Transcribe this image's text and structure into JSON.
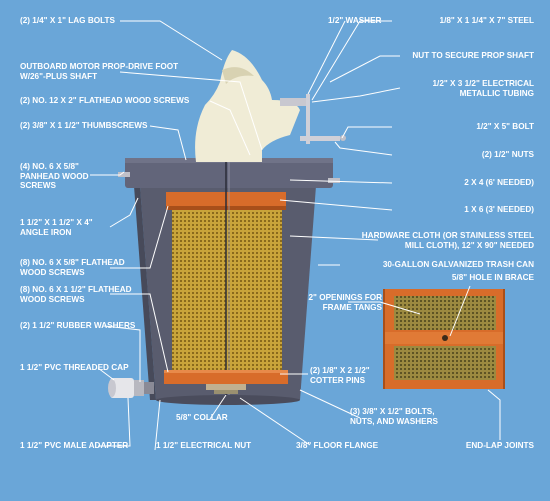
{
  "colors": {
    "background": "#6aa6d8",
    "can_body": "#595c6e",
    "wood_frame": "#d86c2a",
    "mesh": "#c9a43a",
    "motor_foot": "#f0ecd6",
    "label_text": "#ffffff"
  },
  "labels": {
    "lag_bolts": "(2) 1/4\" X 1\" LAG BOLTS",
    "motor_foot": "OUTBOARD MOTOR PROP-DRIVE FOOT\nW/26\"-PLUS SHAFT",
    "flathead_12x2": "(2) NO. 12 X 2\" FLATHEAD WOOD SCREWS",
    "thumbscrews": "(2) 3/8\" X 1 1/2\" THUMBSCREWS",
    "panhead": "(4) NO. 6 X 5/8\"\nPANHEAD WOOD\nSCREWS",
    "angle_iron": "1 1/2\" X 1 1/2\" X 4\"\nANGLE IRON",
    "flathead_6x58": "(8) NO. 6 X 5/8\" FLATHEAD\nWOOD SCREWS",
    "flathead_6x112": "(8) NO. 6 X 1 1/2\" FLATHEAD\nWOOD SCREWS",
    "rubber_washers": "(2) 1 1/2\" RUBBER WASHERS",
    "pvc_cap": "1 1/2\" PVC THREADED CAP",
    "pvc_adapter": "1 1/2\" PVC MALE ADAPTER",
    "electrical_nut": "1 1/2\" ELECTRICAL NUT",
    "collar": "5/8\" COLLAR",
    "floor_flange": "3/8\" FLOOR FLANGE",
    "bolts_nuts": "(3) 3/8\" X 1/2\" BOLTS,\nNUTS, AND WASHERS",
    "cotter_pins": "(2) 1/8\" X 2 1/2\"\nCOTTER PINS",
    "end_lap": "END-LAP JOINTS",
    "openings": "2\" OPENINGS FOR\nFRAME TANGS",
    "hole_brace": "5/8\" HOLE IN BRACE",
    "trash_can": "30-GALLON GALVANIZED TRASH CAN",
    "hardware_cloth": "HARDWARE CLOTH (OR STAINLESS STEEL\nMILL CLOTH), 12\" X 90\" NEEDED",
    "one_by_six": "1 X 6 (3' NEEDED)",
    "two_by_four": "2 X 4 (6' NEEDED)",
    "half_nuts": "(2) 1/2\" NUTS",
    "half_bolt": "1/2\" X 5\" BOLT",
    "emt": "1/2\" X 3 1/2\" ELECTRICAL\nMETALLIC TUBING",
    "nut_prop_shaft": "NUT TO SECURE PROP SHAFT",
    "half_washer": "1/2\" WASHER",
    "steel": "1/8\" X 1 1/4\" X 7\" STEEL"
  }
}
